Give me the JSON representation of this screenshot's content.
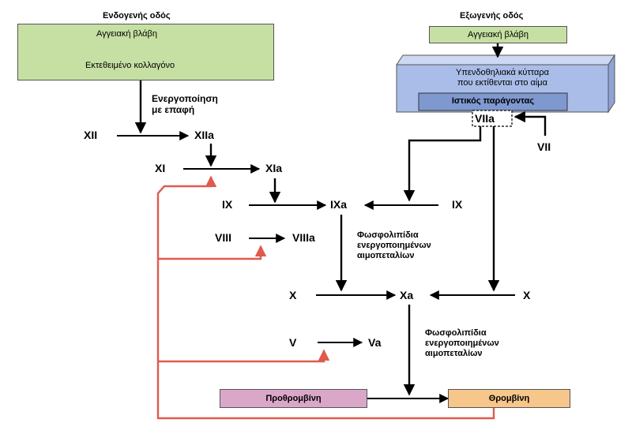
{
  "intrinsic": {
    "title": "Ενδογενής οδός",
    "trigger": "Αγγειακή βλάβη",
    "collagen": "Εκτεθειμένο κολλαγόνο",
    "contact_activation": [
      "Ενεργοποίηση",
      "με επαφή"
    ]
  },
  "extrinsic": {
    "title": "Εξωγενής οδός",
    "trigger": "Αγγειακή βλάβη",
    "cells": [
      "Υπενδοθηλιακά κύτταρα",
      "που εκτίθενται στο αίμα"
    ],
    "tissue_factor": "Ιστικός παράγοντας"
  },
  "factors": {
    "XII": "XII",
    "XIIa": "XIIa",
    "XI": "XI",
    "XIa": "XIa",
    "IX_left": "IX",
    "IXa": "IXa",
    "IX_right": "IX",
    "VIII": "VIII",
    "VIIIa": "VIIIa",
    "VII": "VII",
    "VIIa": "VIIa",
    "X_left": "X",
    "Xa": "Xa",
    "X_right": "X",
    "V": "V",
    "Va": "Va"
  },
  "phospholipids_1": [
    "Φωσφολιπίδια",
    "ενεργοποιημένων",
    "αιμοπεταλίων"
  ],
  "phospholipids_2": [
    "Φωσφολιπίδια",
    "ενεργοποιημένων",
    "αιμοπεταλίων"
  ],
  "prothrombin": "Προθρομβίνη",
  "thrombin": "Θρομβίνη",
  "colors": {
    "green_box": "#c6e0a3",
    "blue_box": "#a9bde8",
    "blue_inner": "#7f98cf",
    "prothrombin_box": "#dba7c9",
    "thrombin_box": "#f6c68b",
    "feedback": "#e05a4e"
  }
}
